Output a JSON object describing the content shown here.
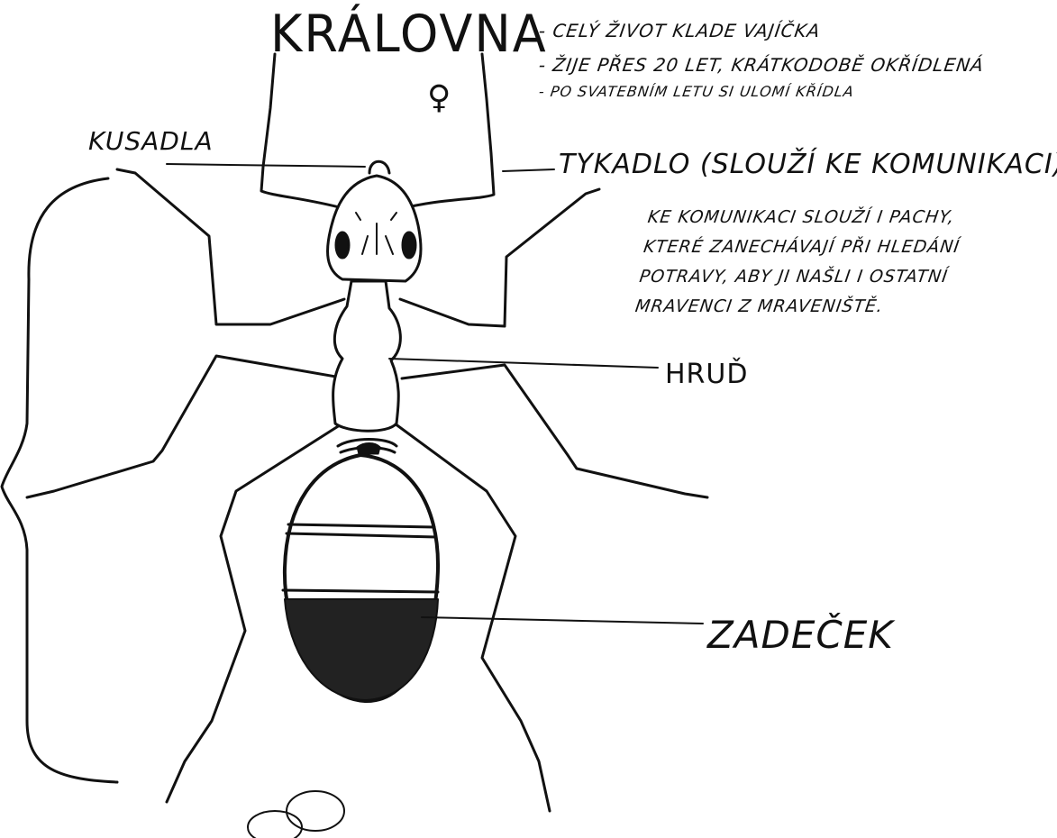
{
  "title": "KRÁLOVNA",
  "female_symbol": "♀",
  "notes": [
    "- CELÝ ŽIVOT KLADE VAJÍČKA",
    "- ŽIJE PŘES 20 LET, KRÁTKODOBĚ OKŘÍDLENÁ",
    "- PO SVATEBNÍM LETU SI ULOMÍ KŘÍDLA"
  ],
  "labels": {
    "kusadla": "KUSADLA",
    "tykadlo": "TYKADLO (SLOUŽÍ KE KOMUNIKACI)",
    "hrud": "HRUĎ",
    "zadecek": "ZADEČEK"
  },
  "paragraph": [
    "KE KOMUNIKACI SLOUŽÍ I PACHY,",
    "KTERÉ ZANECHÁVAJÍ PŘI HLEDÁNÍ",
    "POTRAVY, ABY JI NAŠLI I OSTATNÍ",
    "MRAVENCI Z MRAVENIŠTĚ."
  ],
  "colors": {
    "ink": "#111111",
    "paper": "#ffffff",
    "abdomen_tip": "#222222"
  }
}
